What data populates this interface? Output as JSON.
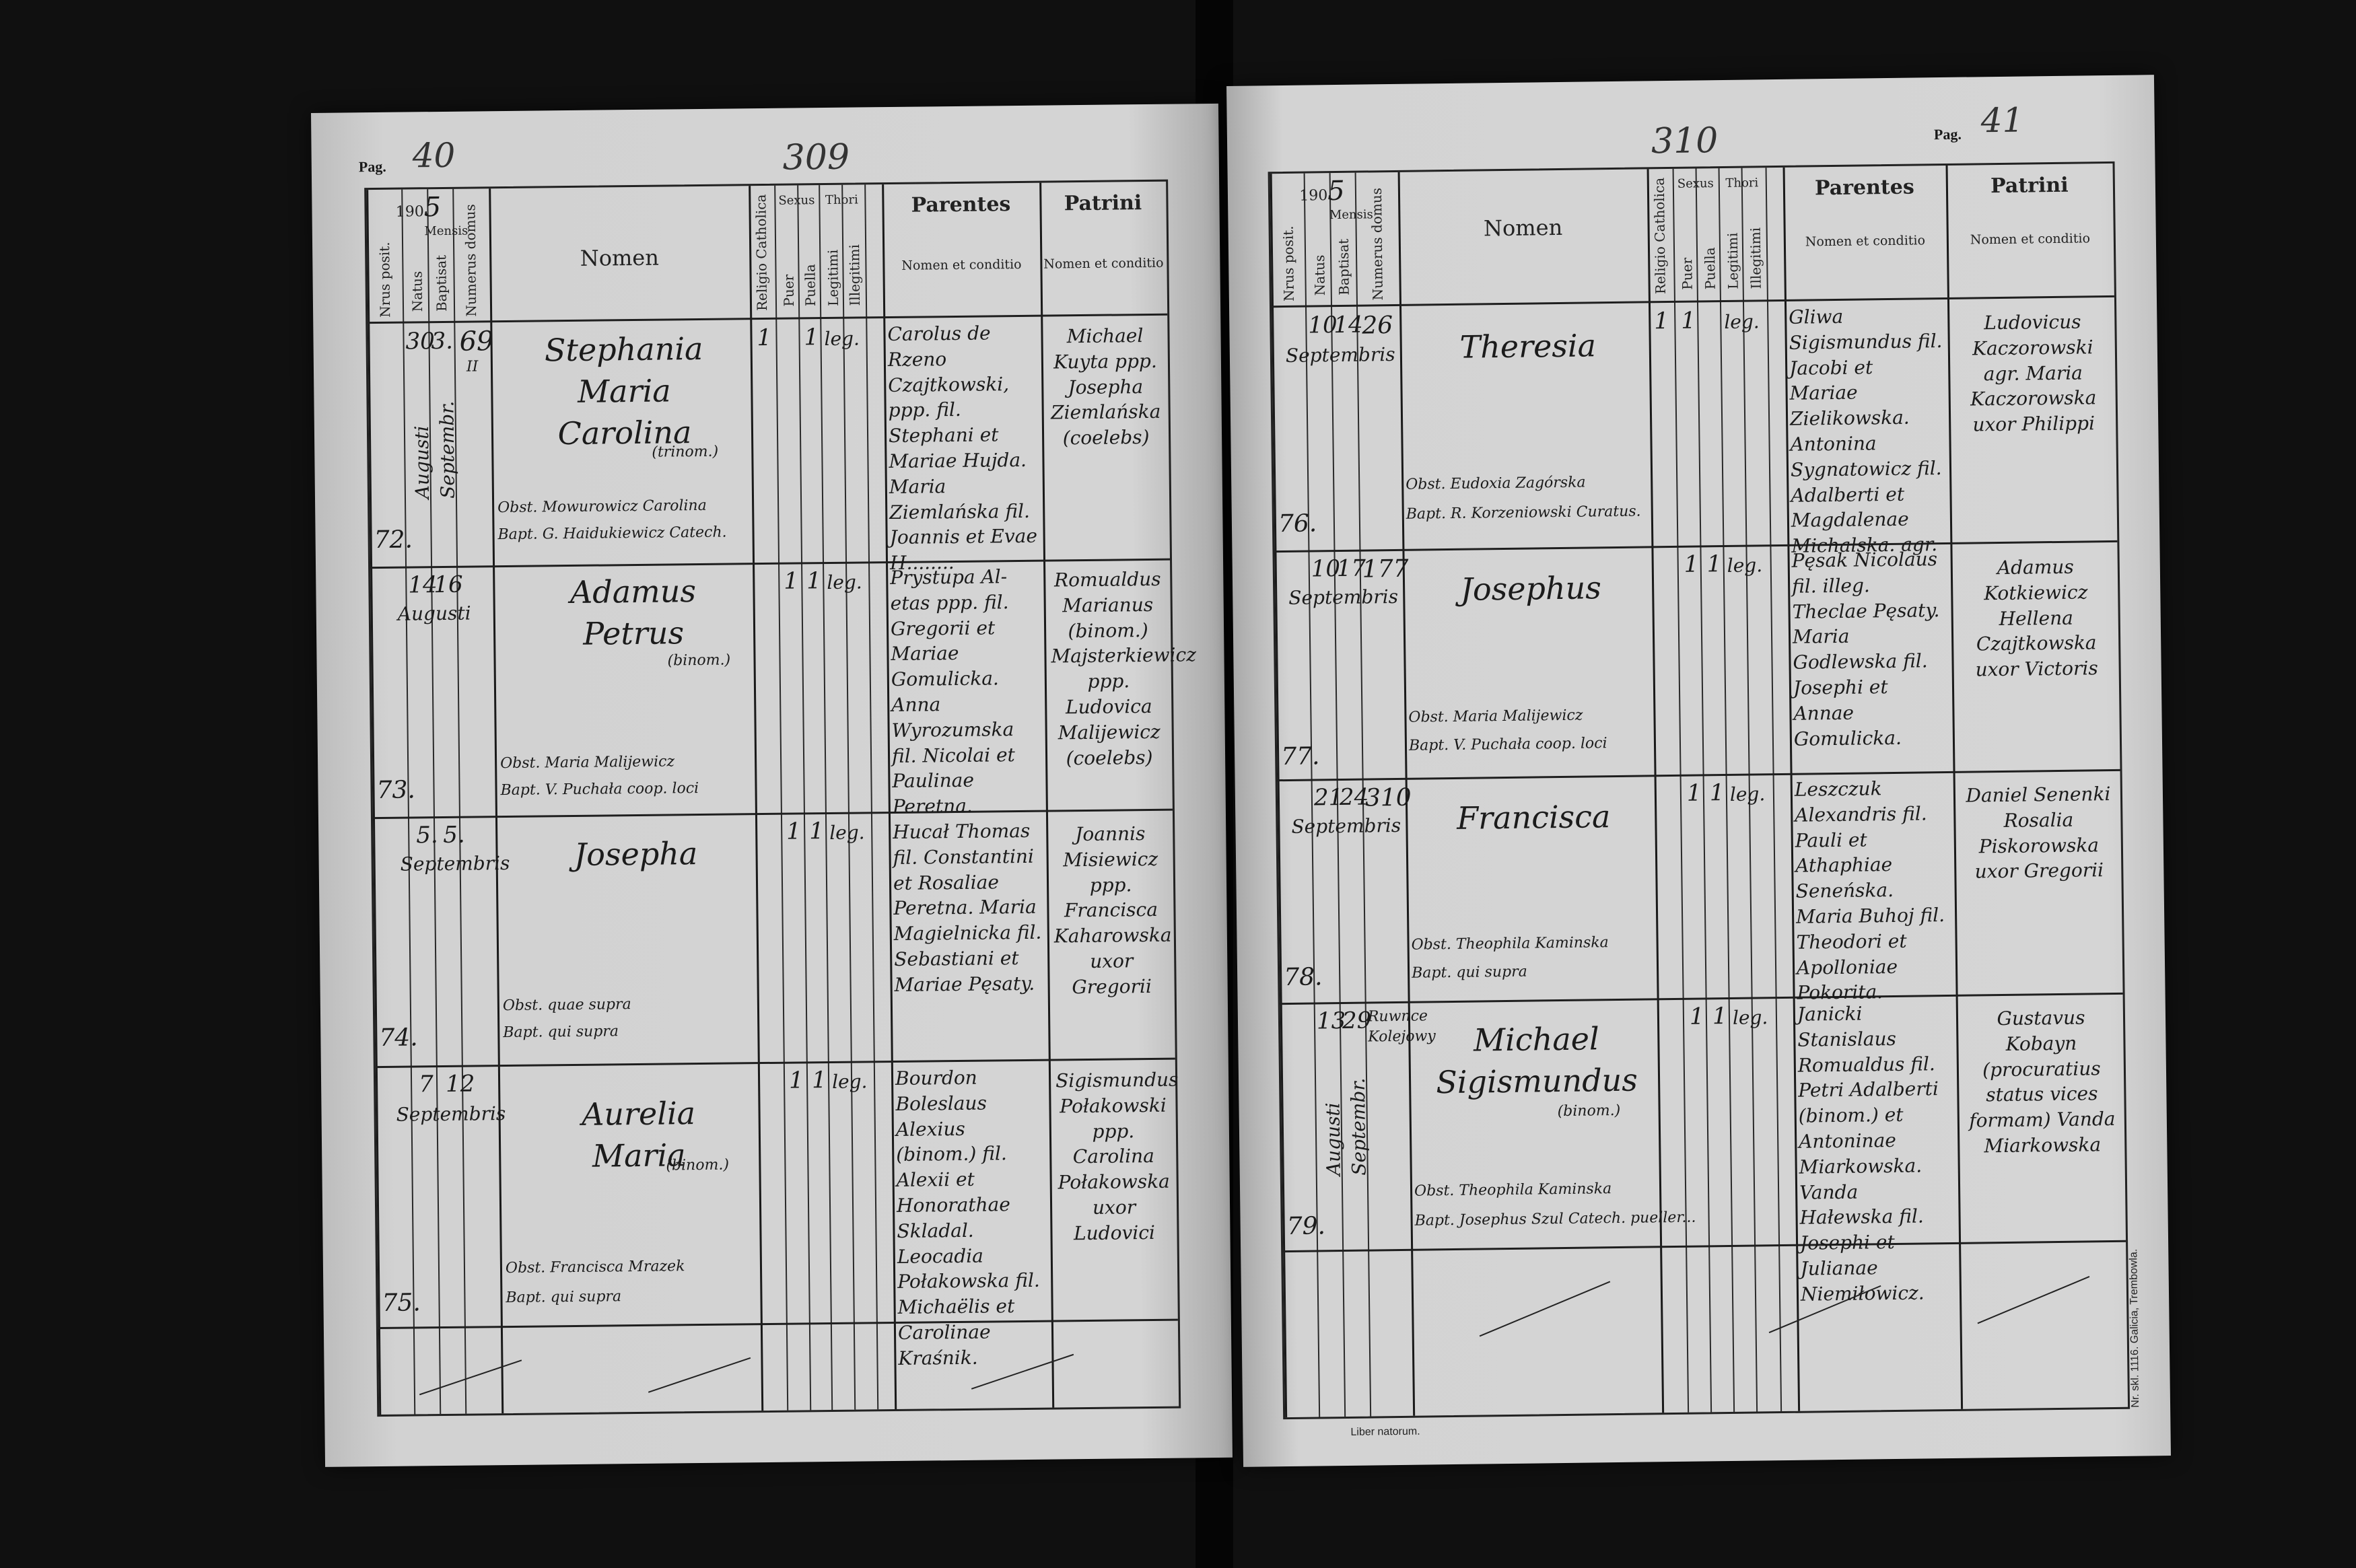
{
  "left": {
    "pag_label": "Pag.",
    "pag_number": "40",
    "stamp_number": "309",
    "year_prefix": "190",
    "year_digit": "5",
    "headers": {
      "nrus_posit": "Nrus posit.",
      "mensis": "Mensis",
      "natus": "Natus",
      "baptisat": "Baptisat",
      "numerus_domus": "Numerus domus",
      "nomen": "Nomen",
      "religio": "Religio Catholica",
      "sexus": "Sexus",
      "puer": "Puer",
      "puella": "Puella",
      "thori": "Thori",
      "legitimi": "Legitimi",
      "illegitimi": "Illegitimi",
      "parentes": "Parentes",
      "parentes_sub": "Nomen et conditio",
      "patrini": "Patrini",
      "patrini_sub": "Nomen et conditio"
    },
    "entries": [
      {
        "nr": "72.",
        "natus": "30",
        "baptisat": "3.",
        "month": "Augusti Septembr.",
        "domus": "69",
        "domus_sub": "II",
        "name": "Stephania Maria Carolina",
        "name_note": "(trinom.)",
        "rel": "1",
        "sex": "1",
        "thori": "leg.",
        "parentes": "Carolus de Rzeno Czajtkowski, ppp. fil. Stephani et Mariae Hujda. Maria Ziemlańska fil. Joannis et Evae H........",
        "patrini": "Michael Kuyta ppp. Josepha Ziemlańska (coelebs)",
        "obst": "Obst. Mowurowicz Carolina",
        "bapt": "Bapt. G. Haidukiewicz Catech."
      },
      {
        "nr": "73.",
        "natus": "14",
        "baptisat": "16",
        "month": "Augusti",
        "domus": "",
        "domus_sub": "",
        "name": "Adamus Petrus",
        "name_note": "(binom.)",
        "rel": "1",
        "sex": "1",
        "thori": "leg.",
        "parentes": "Prystupa Al-etas ppp. fil. Gregorii et Mariae Gomulicka. Anna Wyrozumska fil. Nicolai et Paulinae Peretna.",
        "patrini": "Romualdus Marianus (binom.) Majsterkiewicz ppp. Ludovica Malijewicz (coelebs)",
        "obst": "Obst. Maria Malijewicz",
        "bapt": "Bapt. V. Puchała coop. loci"
      },
      {
        "nr": "74.",
        "natus": "5.",
        "baptisat": "5.",
        "month": "Septembris",
        "domus": "",
        "domus_sub": "",
        "name": "Josepha",
        "name_note": "",
        "rel": "1",
        "sex": "1",
        "thori": "leg.",
        "parentes": "Hucał Thomas fil. Constantini et Rosaliae Peretna. Maria Magielnicka fil. Sebastiani et Mariae Pęsaty.",
        "patrini": "Joannis Misiewicz ppp. Francisca Kaharowska uxor Gregorii",
        "obst": "Obst. quae supra",
        "bapt": "Bapt. qui supra"
      },
      {
        "nr": "75.",
        "natus": "7",
        "baptisat": "12",
        "month": "Septembris",
        "domus": "",
        "domus_sub": "",
        "name": "Aurelia Maria",
        "name_note": "(binom.)",
        "rel": "1",
        "sex": "1",
        "thori": "leg.",
        "parentes": "Bourdon Boleslaus Alexius (binom.) fil. Alexii et Honorathae Skladal. Leocadia Połakowska fil. Michaëlis et Carolinae Kraśnik.",
        "patrini": "Sigismundus Połakowski ppp. Carolina Połakowska uxor Ludovici",
        "obst": "Obst. Francisca Mrazek",
        "bapt": "Bapt. qui supra"
      }
    ]
  },
  "right": {
    "pag_label": "Pag.",
    "pag_number": "41",
    "stamp_number": "310",
    "year_prefix": "190",
    "year_digit": "5",
    "headers": {
      "nrus_posit": "Nrus posit.",
      "mensis": "Mensis",
      "natus": "Natus",
      "baptisat": "Baptisat",
      "numerus_domus": "Numerus domus",
      "nomen": "Nomen",
      "religio": "Religio Catholica",
      "sexus": "Sexus",
      "puer": "Puer",
      "puella": "Puella",
      "thori": "Thori",
      "legitimi": "Legitimi",
      "illegitimi": "Illegitimi",
      "parentes": "Parentes",
      "parentes_sub": "Nomen et conditio",
      "patrini": "Patrini",
      "patrini_sub": "Nomen et conditio"
    },
    "entries": [
      {
        "nr": "76.",
        "natus": "10",
        "baptisat": "14",
        "month": "Septembris",
        "domus": "26",
        "name": "Theresia",
        "name_note": "",
        "rel": "1",
        "sex": "1",
        "thori": "leg.",
        "parentes": "Gliwa Sigismundus fil. Jacobi et Mariae Zielikowska. Antonina Sygnatowicz fil. Adalberti et Magdalenae Michalska. agr.",
        "patrini": "Ludovicus Kaczorowski agr. Maria Kaczorowska uxor Philippi",
        "obst": "Obst. Eudoxia Zagórska",
        "bapt": "Bapt. R. Korzeniowski Curatus."
      },
      {
        "nr": "77.",
        "natus": "10",
        "baptisat": "17",
        "month": "Septembris",
        "domus": "177",
        "name": "Josephus",
        "name_note": "",
        "rel": "1",
        "sex": "1",
        "thori": "leg.",
        "parentes": "Pęsak Nicolaus fil. illeg. Theclae Pęsaty. Maria Godlewska fil. Josephi et Annae Gomulicka.",
        "patrini": "Adamus Kotkiewicz Hellena Czajtkowska uxor Victoris",
        "obst": "Obst. Maria Malijewicz",
        "bapt": "Bapt. V. Puchała coop. loci"
      },
      {
        "nr": "78.",
        "natus": "21",
        "baptisat": "24",
        "month": "Septembris",
        "domus": "310",
        "name": "Francisca",
        "name_note": "",
        "rel": "1",
        "sex": "1",
        "thori": "leg.",
        "parentes": "Leszczuk Alexandris fil. Pauli et Athaphiae Seneńska. Maria Buhoj fil. Theodori et Apolloniae Pokorita.",
        "patrini": "Daniel Senenki Rosalia Piskorowska uxor Gregorii",
        "obst": "Obst. Theophila Kaminska",
        "bapt": "Bapt. qui supra"
      },
      {
        "nr": "79.",
        "natus": "13",
        "baptisat": "29",
        "month": "Augusti Septembr.",
        "domus": "Ruwnce Kolejowy",
        "name": "Michael Sigismundus",
        "name_note": "(binom.)",
        "rel": "1",
        "sex": "1",
        "thori": "leg.",
        "parentes": "Janicki Stanislaus Romualdus fil. Petri Adalberti (binom.) et Antoninae Miarkowska. Vanda Hałewska fil. Josephi et Julianae Niemiłowicz.",
        "patrini": "Gustavus Kobayn (procuratius status vices formam) Vanda Miarkowska",
        "obst": "Obst. Theophila Kaminska",
        "bapt": "Bapt. Josephus Szul Catech. pueller..."
      }
    ],
    "footer_left": "Liber natorum.",
    "footer_right": "Nr. skl. 1116. Galicia, Trembowla."
  }
}
